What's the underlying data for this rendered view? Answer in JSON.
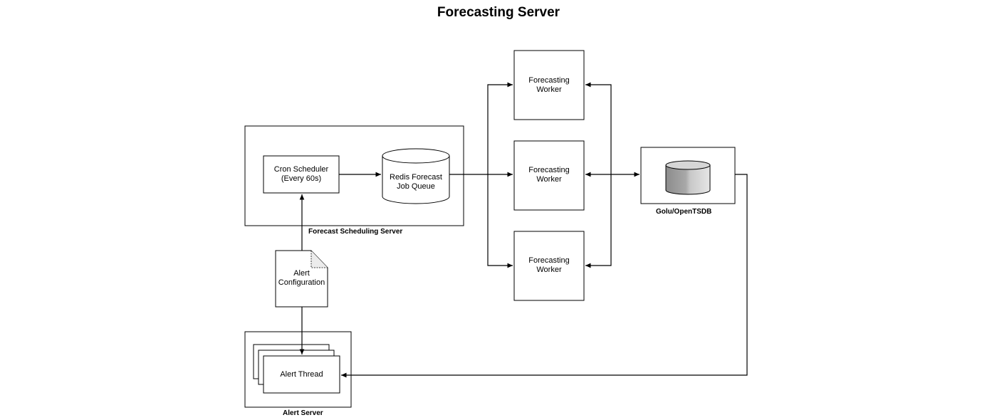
{
  "title": "Forecasting Server",
  "groups": {
    "scheduling_server": "Forecast Scheduling Server",
    "alert_server": "Alert Server",
    "database": "Golu/OpenTSDB"
  },
  "nodes": {
    "cron_scheduler": "Cron Scheduler\n(Every 60s)",
    "job_queue": "Redis Forecast\nJob Queue",
    "worker_top": "Forecasting\nWorker",
    "worker_middle": "Forecasting\nWorker",
    "worker_bottom": "Forecasting\nWorker",
    "alert_configuration": "Alert\nConfiguration",
    "alert_thread": "Alert Thread"
  },
  "colors": {
    "stroke": "#000000",
    "background": "#ffffff",
    "cylinder_dark": "#8c8c8c",
    "cylinder_mid": "#b4b4b4",
    "cylinder_light": "#e2e2e2"
  }
}
